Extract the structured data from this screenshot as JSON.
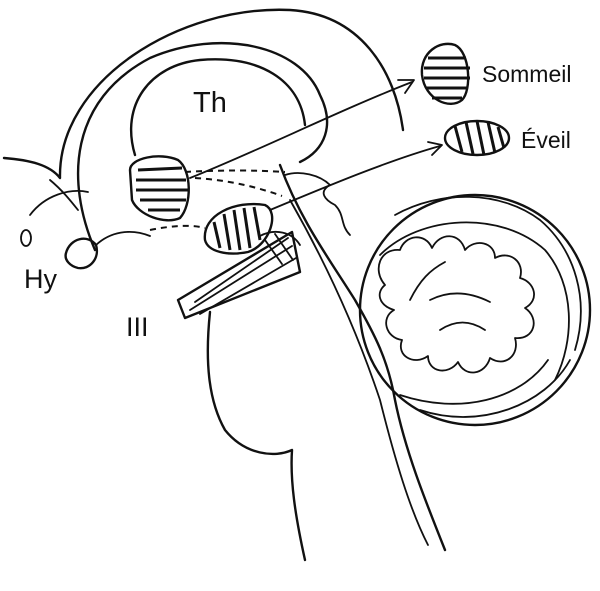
{
  "labels": {
    "thalamus": "Th",
    "hypothalamus": "Hy",
    "oculomotor": "III",
    "sleep": "Sommeil",
    "wake": "Éveil"
  },
  "colors": {
    "ink": "#111111",
    "paper": "#ffffff"
  }
}
